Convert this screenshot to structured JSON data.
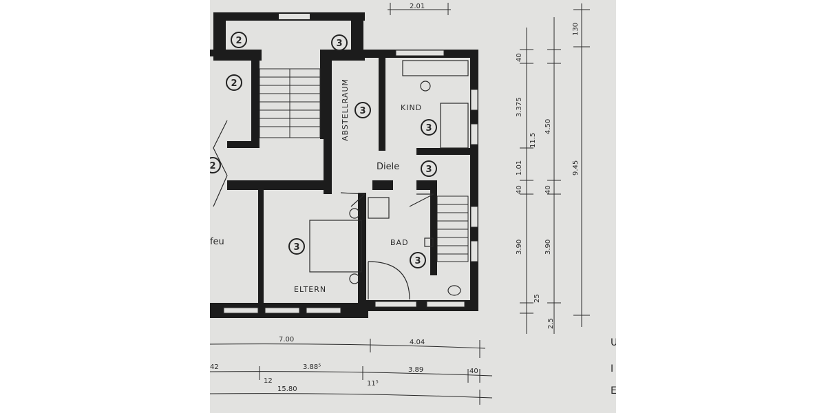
{
  "rooms": {
    "abstellraum": "ABSTELLRAUM",
    "kind": "KIND",
    "diele": "Diele",
    "bad": "BAD",
    "eltern": "ELTERN",
    "kueche_partial": "afeu"
  },
  "markers": {
    "m1": "2",
    "m2": "3",
    "m3": "2",
    "m4": "3",
    "m5": "3",
    "m6": "2",
    "m7": "3",
    "m8": "3",
    "m9": "3"
  },
  "dimensions": {
    "top": "2.01",
    "right_inner": [
      "40",
      "3.375",
      "11.5",
      "1.01",
      "40",
      "3.90",
      "25",
      "2.5"
    ],
    "right_mid": [
      "4.50",
      "40",
      "3.90"
    ],
    "right_outer": [
      "130",
      "9.45"
    ],
    "bottom_row1": [
      "7.00",
      "4.04"
    ],
    "bottom_row2": [
      "42",
      "12",
      "3.88⁵",
      "11⁵",
      "3.89",
      "40"
    ],
    "bottom_total": "15.80"
  },
  "edge_letters": [
    "U",
    "I",
    "E"
  ]
}
